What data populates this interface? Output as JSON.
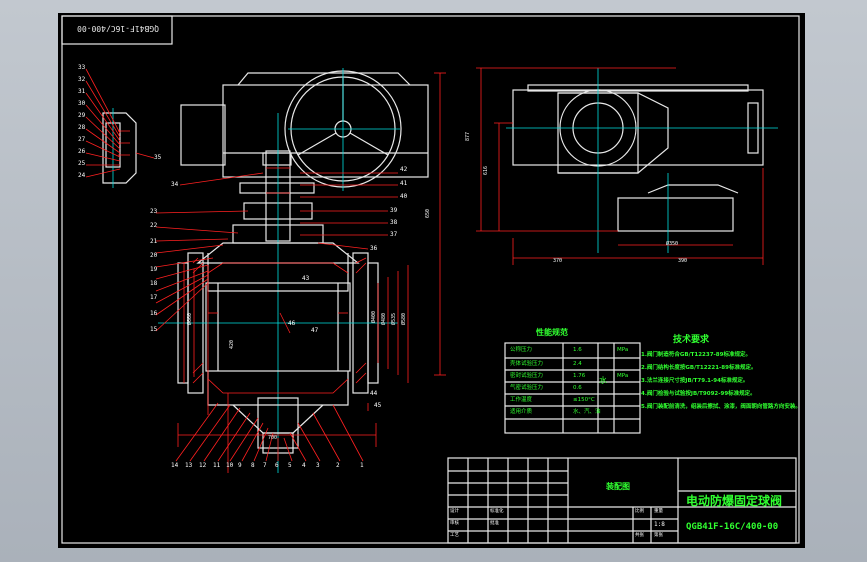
{
  "drawing_number_rotated": "QGB41F-16C/400-00",
  "title": "电动防爆固定球阀",
  "drawing_number": "QGB41F-16C/400-00",
  "assembly_label": "装配图",
  "scale": "1:8",
  "perf_table": {
    "title": "性能规范",
    "rows": [
      {
        "name": "公称压力",
        "value": "1.6",
        "unit": "MPa"
      },
      {
        "name": "壳体试验压力",
        "value": "2.4",
        "unit": ""
      },
      {
        "name": "密封试验压力",
        "value": "1.76",
        "unit": "MPa"
      },
      {
        "name": "气密试验压力",
        "value": "0.6",
        "unit": ""
      },
      {
        "name": "工作温度",
        "value": "≤150°C",
        "unit": ""
      },
      {
        "name": "适用介质",
        "value": "水、汽、油",
        "unit": ""
      }
    ],
    "merged_unit": "水"
  },
  "tech_req": {
    "title": "技术要求",
    "items": [
      "1.阀门制造符合GB/T12237-89标准规定。",
      "2.阀门结构长度按GB/T12221-89标准规定。",
      "3.法兰连接尺寸按JB/T79.1-94标准规定。",
      "4.阀门检验与试验按JB/T9092-99标准规定。",
      "5.阀门装配前清洗，组装后擦拭、涂漆，阀面朝向管路方向安装。"
    ]
  },
  "balloons_left": [
    "33",
    "32",
    "31",
    "30",
    "29",
    "28",
    "27",
    "26",
    "25",
    "24"
  ],
  "balloons_mid_left": [
    "22",
    "21",
    "20",
    "19",
    "18",
    "17",
    "16",
    "15"
  ],
  "balloons_bottom": [
    "14",
    "13",
    "12",
    "11",
    "10",
    "9",
    "8",
    "7",
    "6",
    "5",
    "4",
    "3",
    "2",
    "1"
  ],
  "balloons_right": [
    "42",
    "41",
    "40",
    "39",
    "38",
    "37",
    "36"
  ],
  "balloons_misc": {
    "b35": "35",
    "b34": "34",
    "b23": "23",
    "b44": "44",
    "b43": "43",
    "b45": "45",
    "b46": "46",
    "b47": "47"
  },
  "dims": {
    "d1": "877",
    "d2": "616",
    "d3": "370",
    "d4": "390",
    "d5": "Ø350",
    "d6": "650",
    "d7": "Ø400",
    "d8": "Ø480",
    "d9": "Ø535",
    "d10": "Ø580",
    "d11": "Ø660",
    "d12": "700",
    "d13": "420"
  },
  "titleblock_cells": [
    "设计",
    "审核",
    "工艺",
    "标准化",
    "批准",
    "比例",
    "重量",
    "共张",
    "第张"
  ]
}
